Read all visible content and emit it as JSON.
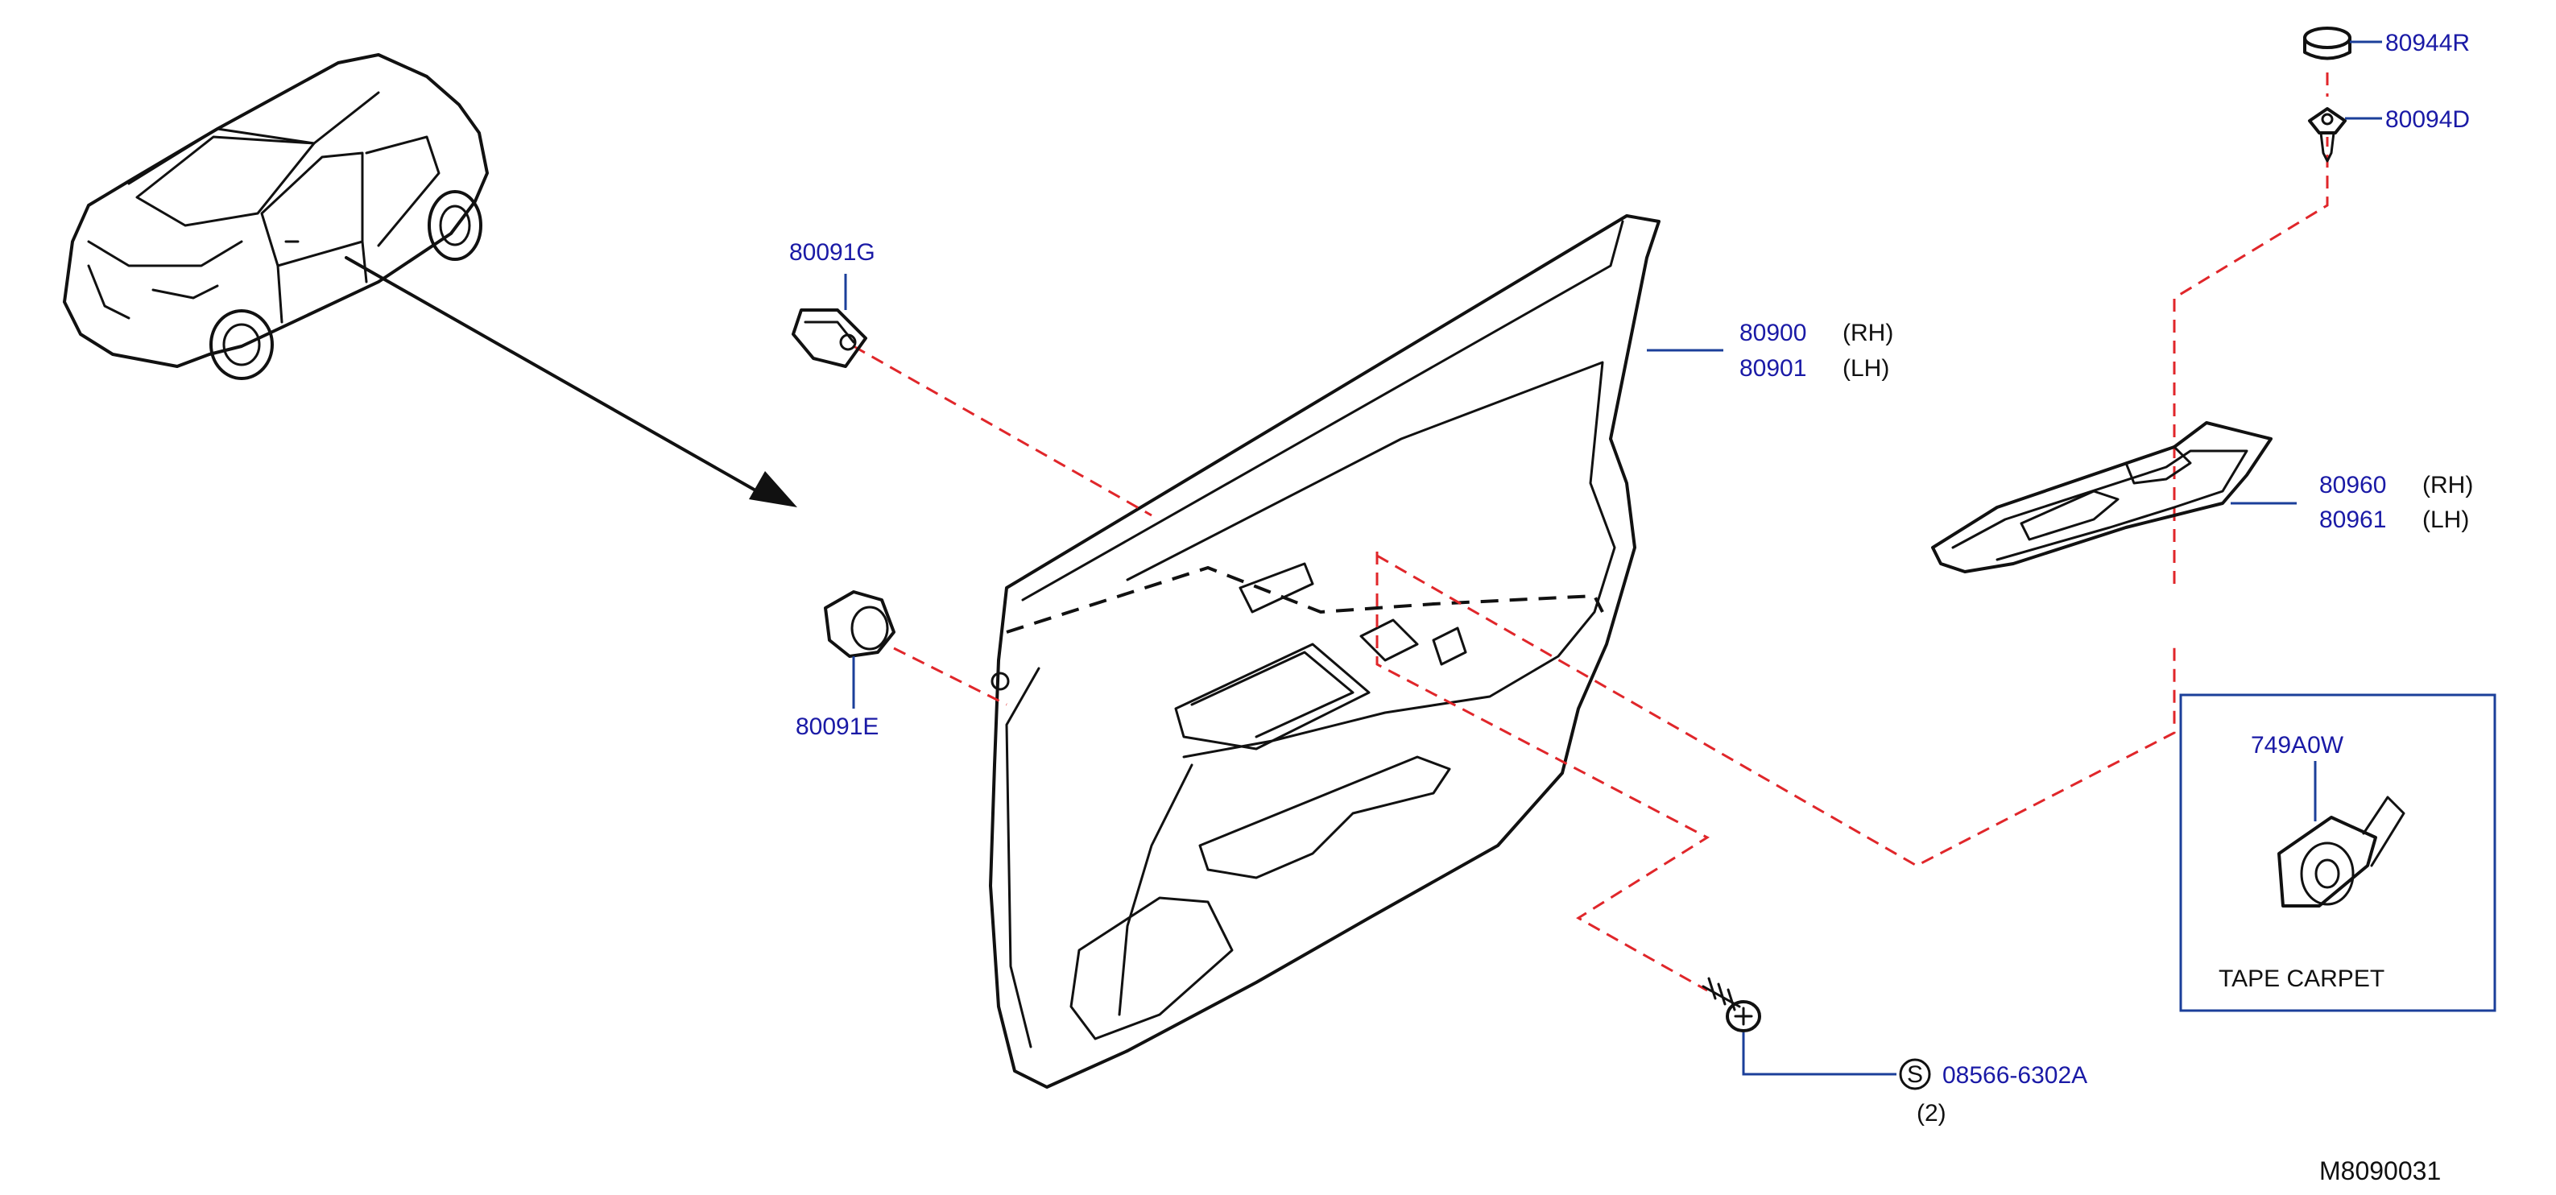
{
  "parts": {
    "clip_g": "80091G",
    "trim_rh": "80900",
    "trim_rh_side": "(RH)",
    "trim_lh": "80901",
    "trim_lh_side": "(LH)",
    "grommet_e": "80091E",
    "cap": "80944R",
    "clip_d": "80094D",
    "finisher_rh": "80960",
    "finisher_rh_side": "(RH)",
    "finisher_lh": "80961",
    "finisher_lh_side": "(LH)",
    "screw_symbol": "S",
    "screw": "08566-6302A",
    "screw_qty": "(2)",
    "tape_code": "749A0W",
    "tape_label": "TAPE   CARPET"
  },
  "diagram_id": "M8090031",
  "colors": {
    "part_number": "#1a1aa6",
    "leader": "#1b3f9a",
    "dashed": "#e0262a",
    "ink": "#111111"
  }
}
